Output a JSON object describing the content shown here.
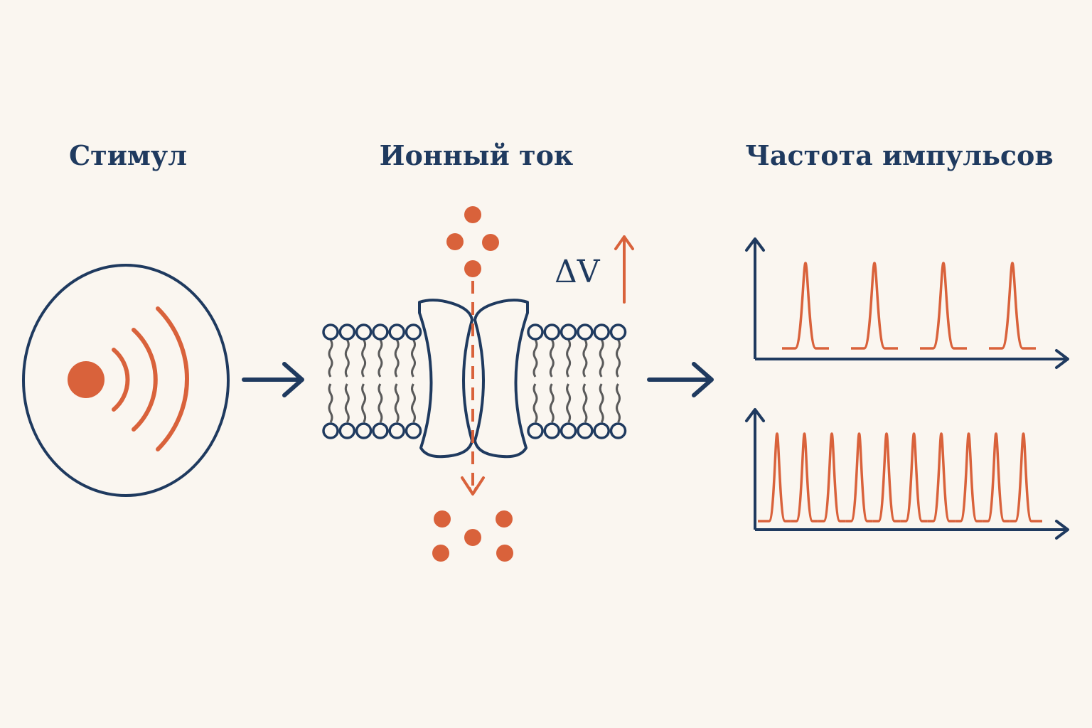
{
  "headings": {
    "stimulus": "Стимул",
    "ion_current": "Ионный ток",
    "pulse_rate": "Частота импульсов"
  },
  "channel": {
    "delta_v_label": "ΔV"
  },
  "colors": {
    "navy": "#1f3a5f",
    "accent": "#d9623b",
    "lipid_tail": "#5a5a5a",
    "background": "#faf6f0"
  },
  "icons": {
    "stimulus": "signal-waves-icon",
    "flow_arrow": "right-arrow-icon",
    "voltage_up": "up-arrow-icon"
  },
  "pulse_trains": {
    "low_rate_spike_count": 4,
    "high_rate_spike_count": 10
  }
}
